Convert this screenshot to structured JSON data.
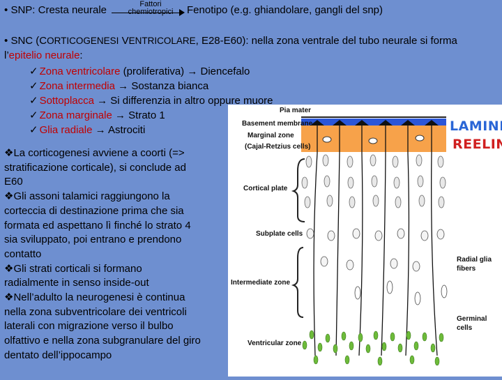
{
  "line1": {
    "bullet": "•",
    "prefix": "SNP: Cresta neurale",
    "arrow_label_top": "Fattori",
    "arrow_label_bottom": "chemiotropici",
    "suffix": "Fenotipo (e.g. ghiandolare, gangli del snp)"
  },
  "snc": {
    "bullet": "•",
    "lead": "SNC (",
    "c1": "C",
    "s1": "ORTICOGENESI",
    "v1": "V",
    "s2": "ENTRICOLARE",
    "rest": ", E28-E60): nella zona ventrale del tubo neurale si forma",
    "line2_pre": "l’",
    "line2_red": "epitelio neurale",
    "line2_post": ":"
  },
  "zones": [
    {
      "check": "✓",
      "red": "Zona ventricolare",
      "rest": " (proliferativa) → Diencefalo"
    },
    {
      "check": "✓",
      "red": "Zona intermedia",
      "rest": " → Sostanza bianca"
    },
    {
      "check": "✓",
      "red": "Sottoplacca",
      "rest": " → Si differenzia in altro oppure muore"
    },
    {
      "check": "✓",
      "red": "Zona marginale",
      "rest": " → Strato 1"
    },
    {
      "check": "✓",
      "red": "Glia radiale",
      "rest": " → Astrociti"
    }
  ],
  "paragraph": [
    "❖La corticogenesi avviene a coorti (=>",
    "stratificazione corticale), si conclude ad",
    "E60",
    "❖Gli assoni talamici raggiungono la",
    "corteccia di destinazione prima che sia",
    "formata ed aspettano lì finché lo strato 4",
    "sia sviluppato, poi entrano e prendono",
    "contatto",
    "❖Gli strati corticali si formano",
    "radialmente in senso inside-out",
    "❖Nell’adulto la neurogenesi è continua",
    "nella zona subventricolare dei ventricoli",
    "laterali con migrazione verso il bulbo",
    "olfattivo e nella zona subgranulare del giro",
    "dentato dell’ippocampo"
  ],
  "figure": {
    "labels": {
      "pia": "Pia mater",
      "basement": "Basement membrane",
      "marginal": "Marginal zone",
      "cajal": "(Cajal-Retzius cells)",
      "cortical": "Cortical plate",
      "subplate": "Subplate cells",
      "intermediate": "Intermediate zone",
      "ventricular": "Ventricular zone",
      "radial1": "Radial glia",
      "radial2": "fibers",
      "germinal1": "Germinal",
      "germinal2": "cells"
    },
    "laminin": "LAMININ",
    "reelin": "REELIN",
    "colors": {
      "marginal_band": "#f7a24a",
      "basement_band": "#2b56d8",
      "germinal": "#6dbb3a"
    }
  }
}
